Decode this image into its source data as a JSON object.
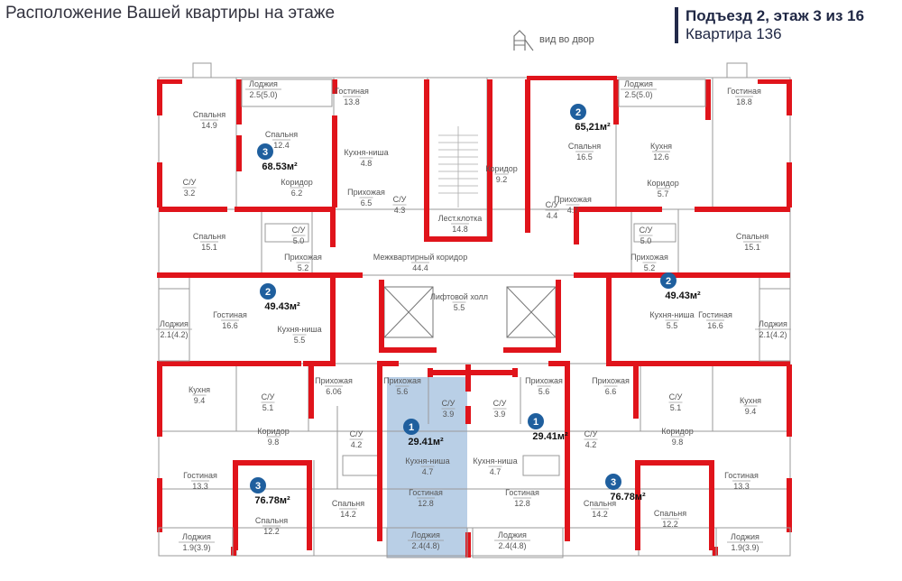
{
  "header": {
    "title": "Расположение Вашей квартиры на этаже",
    "entrance": "Подъезд 2, этаж 3 из 16",
    "apartment": "Квартира 136",
    "yard_label": "вид во двор"
  },
  "colors": {
    "wall": "#e0141b",
    "selected": "#b9cfe6",
    "badge": "#1f5f9e"
  },
  "rooms": [
    {
      "label": "Спальня",
      "area": "14.9"
    },
    {
      "label": "Лоджия",
      "area": "2.5(5.0)"
    },
    {
      "label": "Гостиная",
      "area": "13.8"
    },
    {
      "label": "Спальня",
      "area": "12.4"
    },
    {
      "label": "Кухня-ниша",
      "area": "4.8"
    },
    {
      "label": "С/У",
      "area": "3.2"
    },
    {
      "label": "Коридор",
      "area": "6.2"
    },
    {
      "label": "Прихожая",
      "area": "6.5"
    },
    {
      "label": "С/У",
      "area": "4.3"
    },
    {
      "label": "Лест.клотка",
      "area": "14.8"
    },
    {
      "label": "Коридор",
      "area": "9.2"
    },
    {
      "label": "Спальня",
      "area": "16.5"
    },
    {
      "label": "С/У",
      "area": "4.4"
    },
    {
      "label": "Прихожая",
      "area": "4.7"
    },
    {
      "label": "Лоджия",
      "area": "2.5(5.0)"
    },
    {
      "label": "Кухня",
      "area": "12.6"
    },
    {
      "label": "Коридор",
      "area": "5.7"
    },
    {
      "label": "Гостиная",
      "area": "18.8"
    },
    {
      "label": "Спальня",
      "area": "15.1"
    },
    {
      "label": "С/У",
      "area": "5.0"
    },
    {
      "label": "Прихожая",
      "area": "5.2"
    },
    {
      "label": "Межквартирный коридор",
      "area": "44.4"
    },
    {
      "label": "С/У",
      "area": "5.0"
    },
    {
      "label": "Прихожая",
      "area": "5.2"
    },
    {
      "label": "Спальня",
      "area": "15.1"
    },
    {
      "label": "Лоджия",
      "area": "2.1(4.2)"
    },
    {
      "label": "Гостиная",
      "area": "16.6"
    },
    {
      "label": "Кухня-ниша",
      "area": "5.5"
    },
    {
      "label": "Лифтовой холл",
      "area": "5.5"
    },
    {
      "label": "Кухня-ниша",
      "area": "5.5"
    },
    {
      "label": "Гостиная",
      "area": "16.6"
    },
    {
      "label": "Лоджия",
      "area": "2.1(4.2)"
    },
    {
      "label": "Кухня",
      "area": "9.4"
    },
    {
      "label": "С/У",
      "area": "5.1"
    },
    {
      "label": "Прихожая",
      "area": "6.06"
    },
    {
      "label": "Прихожая",
      "area": "5.6"
    },
    {
      "label": "С/У",
      "area": "3.9"
    },
    {
      "label": "С/У",
      "area": "3.9"
    },
    {
      "label": "Прихожая",
      "area": "5.6"
    },
    {
      "label": "Прихожая",
      "area": "6.6"
    },
    {
      "label": "С/У",
      "area": "5.1"
    },
    {
      "label": "Кухня",
      "area": "9.4"
    },
    {
      "label": "Коридор",
      "area": "9.8"
    },
    {
      "label": "С/У",
      "area": "4.2"
    },
    {
      "label": "Кухня-ниша",
      "area": "4.7"
    },
    {
      "label": "Кухня-ниша",
      "area": "4.7"
    },
    {
      "label": "С/У",
      "area": "4.2"
    },
    {
      "label": "Коридор",
      "area": "9.8"
    },
    {
      "label": "Гостиная",
      "area": "13.3"
    },
    {
      "label": "Гостиная",
      "area": "12.8"
    },
    {
      "label": "Гостиная",
      "area": "12.8"
    },
    {
      "label": "Гостиная",
      "area": "13.3"
    },
    {
      "label": "Спальня",
      "area": "12.2"
    },
    {
      "label": "Спальня",
      "area": "14.2"
    },
    {
      "label": "Спальня",
      "area": "14.2"
    },
    {
      "label": "Спальня",
      "area": "12.2"
    },
    {
      "label": "Лоджия",
      "area": "1.9(3.9)"
    },
    {
      "label": "Лоджия",
      "area": "2.4(4.8)"
    },
    {
      "label": "Лоджия",
      "area": "2.4(4.8)"
    },
    {
      "label": "Лоджия",
      "area": "1.9(3.9)"
    }
  ],
  "apartments": [
    {
      "rooms": "3",
      "area": "68.53м²"
    },
    {
      "rooms": "2",
      "area": "65,21м²"
    },
    {
      "rooms": "2",
      "area": "49.43м²"
    },
    {
      "rooms": "2",
      "area": "49.43м²"
    },
    {
      "rooms": "1",
      "area": "29.41м²"
    },
    {
      "rooms": "1",
      "area": "29.41м²"
    },
    {
      "rooms": "3",
      "area": "76.78м²"
    },
    {
      "rooms": "3",
      "area": "76.78м²"
    }
  ]
}
